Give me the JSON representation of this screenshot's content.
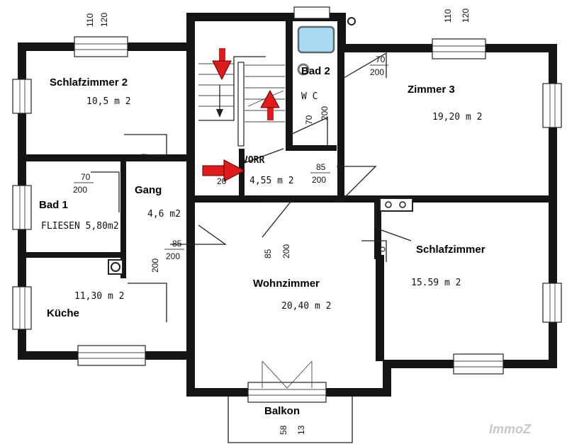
{
  "rooms": {
    "schlafzimmer2": {
      "label": "Schlafzimmer 2",
      "area": "10,5 m 2"
    },
    "zimmer3": {
      "label": "Zimmer 3",
      "area": "19,20 m 2"
    },
    "bad2": {
      "label": "Bad 2"
    },
    "wc": {
      "label": "W C"
    },
    "vorr": {
      "label": "VORR",
      "area": "4,55 m 2"
    },
    "bad1": {
      "label": "Bad 1",
      "note": "FLIESEN 5,80m2"
    },
    "gang": {
      "label": "Gang",
      "area": "4,6 m2"
    },
    "kueche": {
      "label": "Küche",
      "area": "11,30 m 2"
    },
    "wohnzimmer": {
      "label": "Wohnzimmer",
      "area": "20,40 m 2"
    },
    "schlafzimmer": {
      "label": "Schlafzimmer",
      "area": "15.59  m 2"
    },
    "balkon": {
      "label": "Balkon"
    }
  },
  "door_dims": {
    "bad2_door": {
      "w": "70",
      "h": "200"
    },
    "bad1_door": {
      "w": "70",
      "h": "200"
    },
    "vorr_door": {
      "w": "85",
      "h": "200"
    },
    "gang_door": {
      "w": "85",
      "h": "200"
    },
    "kueche_door": {
      "h": "200"
    },
    "wohn_door": {
      "w": "85",
      "h": "200"
    },
    "wc_door": {
      "w": "70",
      "h": "200"
    }
  },
  "window_dims": {
    "left": {
      "a": "110",
      "b": "120"
    },
    "right": {
      "a": "110",
      "b": "120"
    }
  },
  "balkon_dims": {
    "a": "58",
    "b": "13"
  },
  "vorr_extra": "20",
  "watermark": "ImmoZ",
  "colors": {
    "arrow": "#e11b1b",
    "wall": "#151515",
    "basin": "#a9dcf2"
  }
}
